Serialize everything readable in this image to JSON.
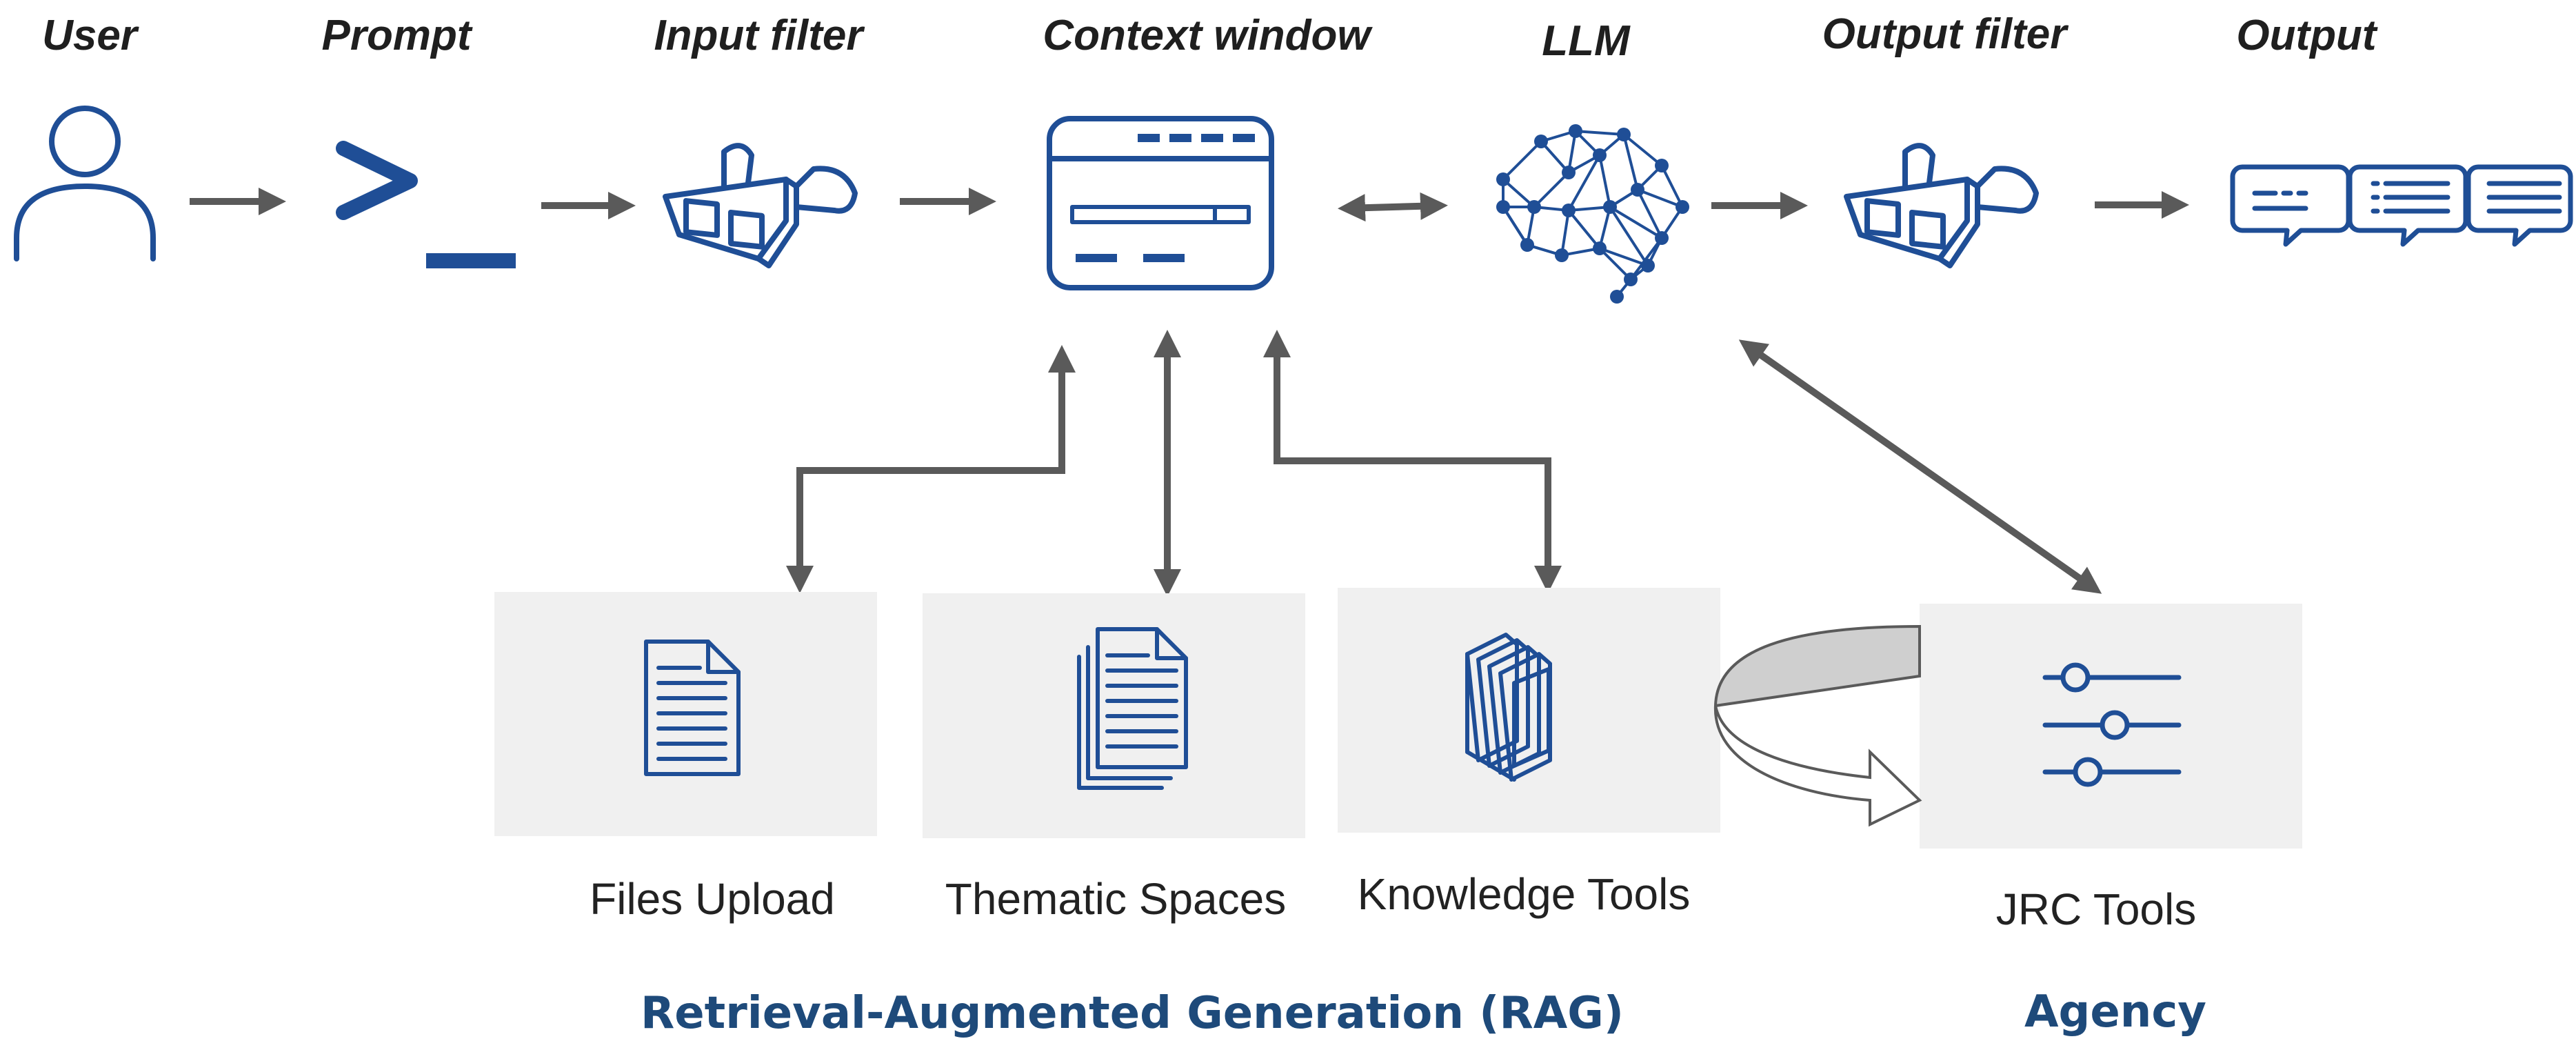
{
  "pipeline": {
    "steps": [
      {
        "id": "user",
        "label": "User",
        "icon": "user-icon"
      },
      {
        "id": "prompt",
        "label": "Prompt",
        "icon": "prompt-icon"
      },
      {
        "id": "input_filter",
        "label": "Input filter",
        "icon": "glasses-icon"
      },
      {
        "id": "context_window",
        "label": "Context window",
        "icon": "window-icon"
      },
      {
        "id": "llm",
        "label": "LLM",
        "icon": "brain-network-icon"
      },
      {
        "id": "output_filter",
        "label": "Output filter",
        "icon": "glasses-icon"
      },
      {
        "id": "output",
        "label": "Output",
        "icon": "chat-bubbles-icon"
      }
    ],
    "prompt_glyph": ">_"
  },
  "sources": [
    {
      "id": "files_upload",
      "label": "Files Upload",
      "icon": "document-icon"
    },
    {
      "id": "thematic_spaces",
      "label": "Thematic Spaces",
      "icon": "documents-stack-icon"
    },
    {
      "id": "knowledge_tools",
      "label": "Knowledge Tools",
      "icon": "books-icon"
    },
    {
      "id": "jrc_tools",
      "label": "JRC Tools",
      "icon": "sliders-icon"
    }
  ],
  "groups": {
    "rag": "Retrieval-Augmented Generation (RAG)",
    "agency": "Agency"
  },
  "colors": {
    "icon": "#1f4e96",
    "arrow": "#5a5a5a",
    "panel": "#f0f0f0",
    "group_text": "#1e4a7a"
  }
}
